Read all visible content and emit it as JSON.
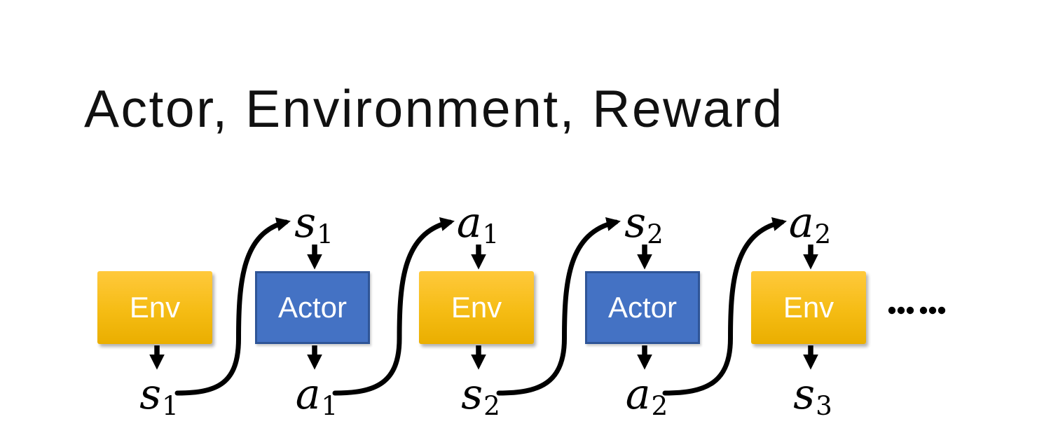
{
  "slide": {
    "title": "Actor, Environment, Reward",
    "ellipsis": "……"
  },
  "colors": {
    "env_gradient_top": "#FFC93C",
    "env_gradient_bottom": "#EAAE00",
    "actor_fill": "#4472C4",
    "actor_border": "#2F5597",
    "box_text": "#FFFFFF",
    "title_text": "#111111",
    "arrow": "#000000"
  },
  "diagram": {
    "boxes": [
      {
        "type": "env",
        "label": "Env"
      },
      {
        "type": "actor",
        "label": "Actor"
      },
      {
        "type": "env",
        "label": "Env"
      },
      {
        "type": "actor",
        "label": "Actor"
      },
      {
        "type": "env",
        "label": "Env"
      }
    ],
    "top_labels": [
      {
        "base": "s",
        "sub": "1",
        "above_box": 1
      },
      {
        "base": "a",
        "sub": "1",
        "above_box": 2
      },
      {
        "base": "s",
        "sub": "2",
        "above_box": 3
      },
      {
        "base": "a",
        "sub": "2",
        "above_box": 4
      }
    ],
    "bottom_labels": [
      {
        "base": "s",
        "sub": "1",
        "below_box": 0
      },
      {
        "base": "a",
        "sub": "1",
        "below_box": 1
      },
      {
        "base": "s",
        "sub": "2",
        "below_box": 2
      },
      {
        "base": "a",
        "sub": "2",
        "below_box": 3
      },
      {
        "base": "s",
        "sub": "3",
        "below_box": 4
      }
    ],
    "curved_arrows": [
      {
        "from_bottom_label": 0,
        "to_top_label": 0
      },
      {
        "from_bottom_label": 1,
        "to_top_label": 1
      },
      {
        "from_bottom_label": 2,
        "to_top_label": 2
      },
      {
        "from_bottom_label": 3,
        "to_top_label": 3
      }
    ]
  }
}
